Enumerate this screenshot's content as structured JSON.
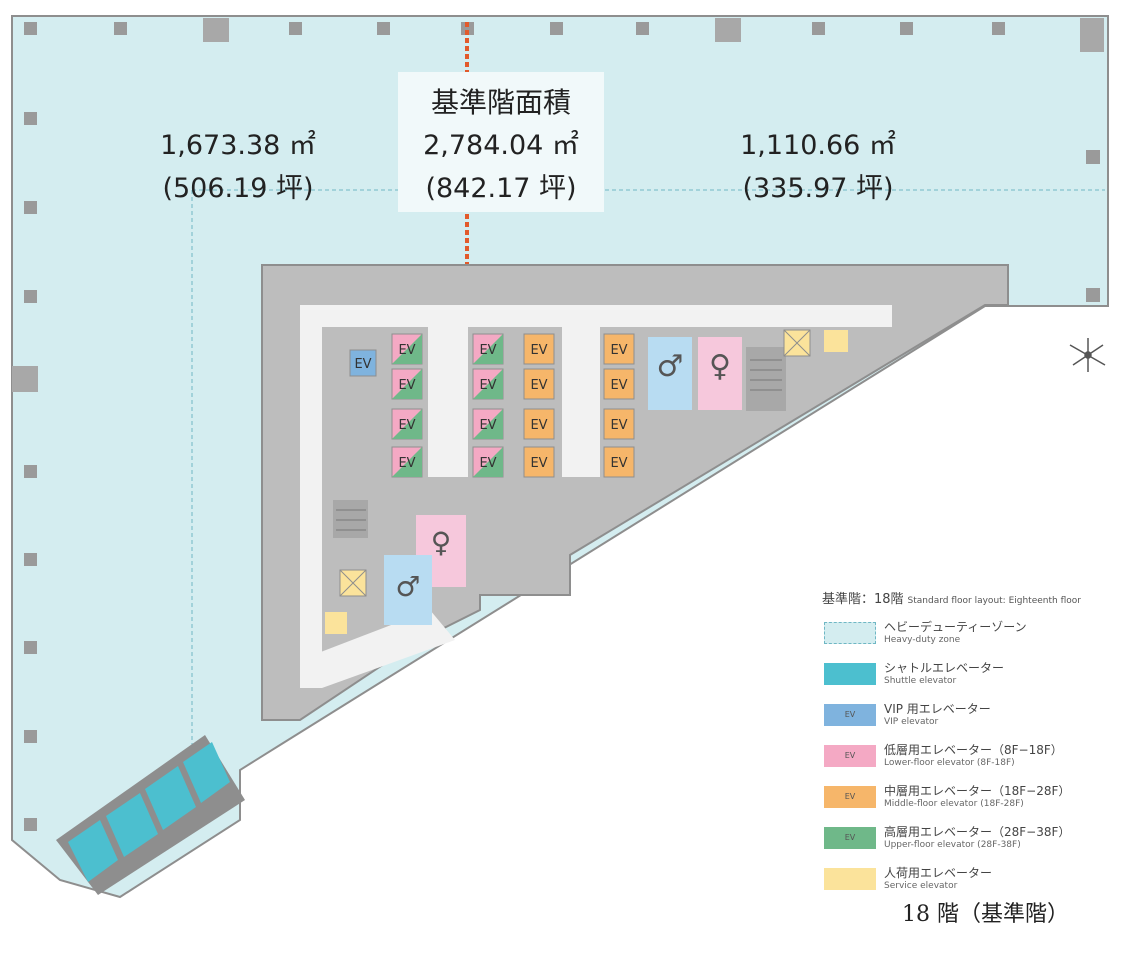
{
  "areas": {
    "center": {
      "title": "基準階面積",
      "sqm": "2,784.04 ㎡",
      "tsubo": "(842.17 坪)"
    },
    "left": {
      "sqm": "1,673.38 ㎡",
      "tsubo": "(506.19 坪)"
    },
    "right": {
      "sqm": "1,110.66 ㎡",
      "tsubo": "(335.97 坪)"
    }
  },
  "elevator_label": "EV",
  "legend": {
    "title": "基準階：18階",
    "subtitle": "Standard floor layout: Eighteenth floor",
    "items": [
      {
        "jp": "ヘビーデューティーゾーン",
        "en": "Heavy-duty zone",
        "color": "#d4edf0",
        "swatch_text": ""
      },
      {
        "jp": "シャトルエレベーター",
        "en": "Shuttle elevator",
        "color": "#4cbfcf",
        "swatch_text": ""
      },
      {
        "jp": "VIP 用エレベーター",
        "en": "VIP elevator",
        "color": "#7fb3de",
        "swatch_text": "EV"
      },
      {
        "jp": "低層用エレベーター（8F−18F）",
        "en": "Lower-floor elevator (8F-18F)",
        "color": "#f4a9c4",
        "swatch_text": "EV"
      },
      {
        "jp": "中層用エレベーター（18F−28F）",
        "en": "Middle-floor elevator (18F-28F)",
        "color": "#f6b66a",
        "swatch_text": "EV"
      },
      {
        "jp": "高層用エレベーター（28F−38F）",
        "en": "Upper-floor elevator (28F-38F)",
        "color": "#6fb889",
        "swatch_text": "EV"
      },
      {
        "jp": "人荷用エレベーター",
        "en": "Service elevator",
        "color": "#fbe39b",
        "swatch_text": ""
      }
    ]
  },
  "colors": {
    "zone": "#d4edf0",
    "core": "#bdbdbd",
    "corridor": "#f2f2f2",
    "wall": "#8e8e8e",
    "divider": "#e25a2b",
    "toilet_men": "#b8dcf2",
    "toilet_women": "#f6c8dc",
    "lower": "#f4a9c4",
    "middle": "#f6b66a",
    "upper": "#6fb889",
    "vip": "#7fb3de",
    "service": "#fbe39b",
    "shuttle": "#4cbfcf"
  },
  "floor_caption": "18 階（基準階）"
}
